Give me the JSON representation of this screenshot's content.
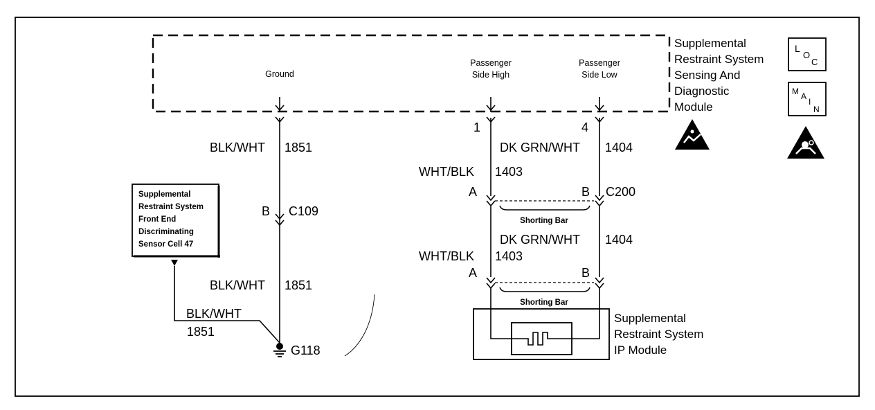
{
  "module": {
    "name_lines": [
      "Supplemental",
      "Restraint System",
      "Sensing And",
      "Diagnostic",
      "Module"
    ],
    "pins": {
      "ground": "Ground",
      "pass_high_lines": [
        "Passenger",
        "Side High"
      ],
      "pass_low_lines": [
        "Passenger",
        "Side Low"
      ],
      "pin_high": "1",
      "pin_low": "4"
    }
  },
  "icons": {
    "loc": [
      "L",
      "O",
      "C"
    ],
    "main": [
      "M",
      "A",
      "I",
      "N"
    ]
  },
  "ground_circuit": {
    "wire_upper": {
      "color": "BLK/WHT",
      "circuit": "1851"
    },
    "connector": {
      "pin": "B",
      "name": "C109"
    },
    "wire_lower": {
      "color": "BLK/WHT",
      "circuit": "1851"
    },
    "ground_point": "G118"
  },
  "sensor": {
    "name_lines": [
      "Supplemental",
      "Restraint System",
      "Front End",
      "Discriminating",
      "Sensor Cell 47"
    ],
    "wire": {
      "color": "BLK/WHT",
      "circuit": "1851"
    }
  },
  "deploy_circuit": {
    "upper_low_wire": {
      "color": "DK GRN/WHT",
      "circuit": "1404"
    },
    "upper_high_wire": {
      "color": "WHT/BLK",
      "circuit": "1403"
    },
    "connector": {
      "pin_a": "A",
      "pin_b": "B",
      "name": "C200"
    },
    "shorting_bar_1": "Shorting Bar",
    "lower_low_wire": {
      "color": "DK GRN/WHT",
      "circuit": "1404"
    },
    "lower_high_wire": {
      "color": "WHT/BLK",
      "circuit": "1403"
    },
    "lower_conn": {
      "pin_a": "A",
      "pin_b": "B"
    },
    "shorting_bar_2": "Shorting Bar"
  },
  "ip_module": {
    "name_lines": [
      "Supplemental",
      "Restraint System",
      "IP Module"
    ]
  }
}
